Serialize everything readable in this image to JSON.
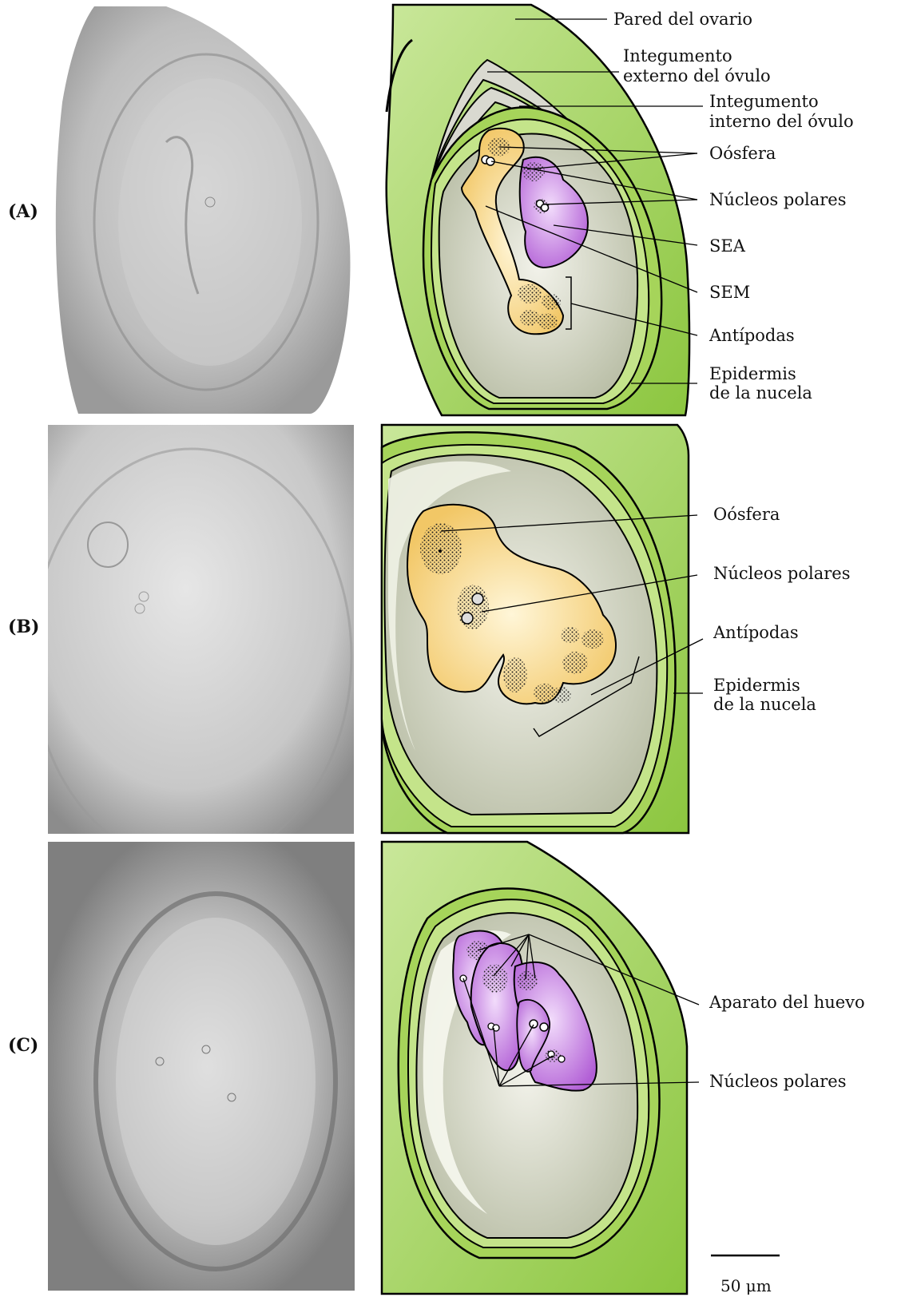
{
  "panels": [
    {
      "id": "A",
      "label": "(A)"
    },
    {
      "id": "B",
      "label": "(B)"
    },
    {
      "id": "C",
      "label": "(C)"
    }
  ],
  "labels_A": {
    "pared": "Pared del ovario",
    "int_ext_1": "Integumento",
    "int_ext_2": "externo del óvulo",
    "int_int_1": "Integumento",
    "int_int_2": "interno del óvulo",
    "oosfera": "Oósfera",
    "nucleos": "Núcleos polares",
    "sea": "SEA",
    "sem": "SEM",
    "antipodas": "Antípodas",
    "epi_1": "Epidermis",
    "epi_2": "de la nucela"
  },
  "labels_B": {
    "oosfera": "Oósfera",
    "nucleos": "Núcleos polares",
    "antipodas": "Antípodas",
    "epi_1": "Epidermis",
    "epi_2": "de la nucela"
  },
  "labels_C": {
    "aparato": "Aparato del huevo",
    "nucleos": "Núcleos polares"
  },
  "scale": {
    "text": "50 μm"
  },
  "colors": {
    "ovary_green": "#8cc63f",
    "ovary_light": "#c4e48a",
    "integument_grey": "#d9d9d0",
    "nucellus": "#c9ccb8",
    "yellow_cell": "#f7d98a",
    "purple_cell": "#c47be0"
  }
}
